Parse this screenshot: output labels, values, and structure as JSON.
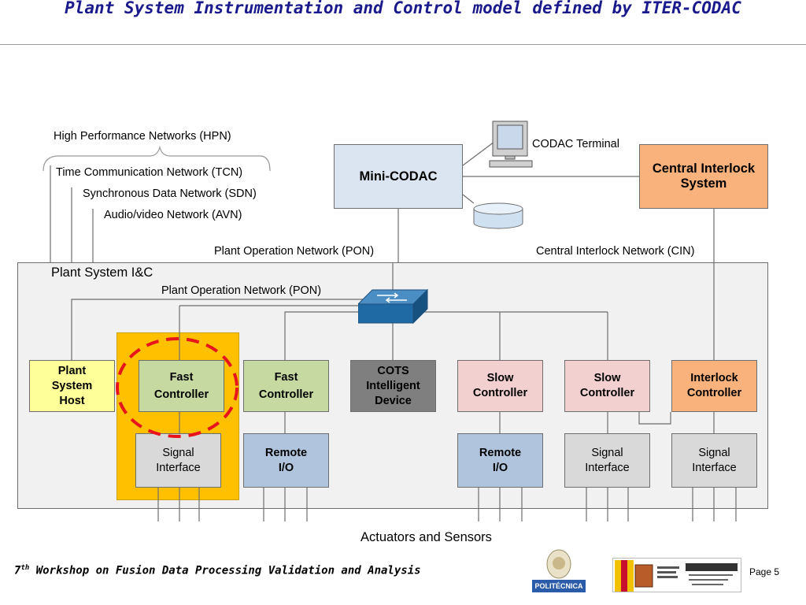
{
  "title": "Plant System Instrumentation and Control model defined by ITER-CODAC",
  "networks": {
    "hpn": "High Performance Networks (HPN)",
    "tcn": "Time Communication Network (TCN)",
    "sdn": "Synchronous Data Network (SDN)",
    "avn": "Audio/video Network (AVN)",
    "pon_top": "Plant Operation Network (PON)",
    "cin": "Central Interlock Network (CIN)",
    "pon_inner": "Plant Operation Network (PON)"
  },
  "top": {
    "codac_terminal": "CODAC Terminal",
    "mini_codac": "Mini-CODAC",
    "cis_line1": "Central Interlock",
    "cis_line2": "System"
  },
  "plant_system_label": "Plant System I&C",
  "controllers": {
    "host_l1": "Plant",
    "host_l2": "System",
    "host_l3": "Host",
    "fast1_l1": "Fast",
    "fast1_l2": "Controller",
    "fast2_l1": "Fast",
    "fast2_l2": "Controller",
    "cots_l1": "COTS",
    "cots_l2": "Intelligent",
    "cots_l3": "Device",
    "slow1_l1": "Slow",
    "slow1_l2": "Controller",
    "slow2_l1": "Slow",
    "slow2_l2": "Controller",
    "interlock_l1": "Interlock",
    "interlock_l2": "Controller"
  },
  "interfaces": {
    "sig1_l1": "Signal",
    "sig1_l2": "Interface",
    "rio1_l1": "Remote",
    "rio1_l2": "I/O",
    "rio2_l1": "Remote",
    "rio2_l2": "I/O",
    "sig2_l1": "Signal",
    "sig2_l2": "Interface",
    "sig3_l1": "Signal",
    "sig3_l2": "Interface"
  },
  "actuators": "Actuators and Sensors",
  "footer": {
    "ordinal": "7",
    "sup": "th",
    "text": " Workshop on Fusion Data Processing Validation and Analysis",
    "page": "Page 5",
    "logo_politecnica": "POLITÉCNICA"
  },
  "colors": {
    "title": "#1a1a8c",
    "mini_codac": "#dbe5f1",
    "central_interlock": "#f9b27b",
    "host": "#ffff99",
    "fast": "#c5d9a0",
    "cots": "#7f7f7f",
    "slow": "#f2d0cf",
    "interlock": "#f9b27b",
    "signal": "#d9d9d9",
    "remote_io": "#b0c4de",
    "highlight": "#ffc000",
    "dashed_circle": "#e8141c"
  }
}
